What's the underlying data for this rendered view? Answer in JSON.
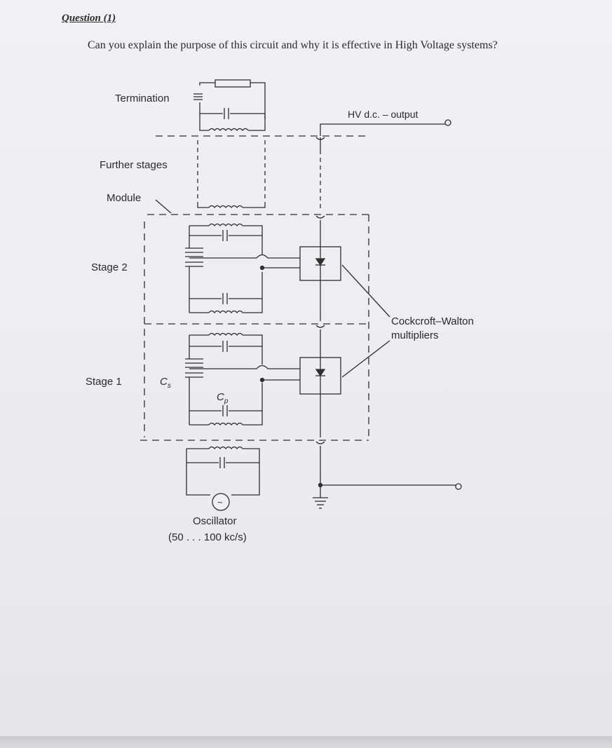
{
  "question": {
    "title": "Question (1)",
    "text": "Can you explain the purpose of this circuit and why it is effective in High Voltage systems?"
  },
  "diagram": {
    "labels": {
      "termination": "Termination",
      "hv_output": "HV d.c. – output",
      "further_stages": "Further stages",
      "module": "Module",
      "stage2": "Stage 2",
      "stage1": "Stage 1",
      "cs_main": "C",
      "cs_sub": "s",
      "cp_main": "C",
      "cp_sub": "p",
      "cw_line1": "Cockcroft–Walton",
      "cw_line2": "multipliers",
      "oscillator": "Oscillator",
      "oscillator_freq": "(50 . . . 100 kc/s)"
    },
    "oscillator_symbol": "~"
  }
}
